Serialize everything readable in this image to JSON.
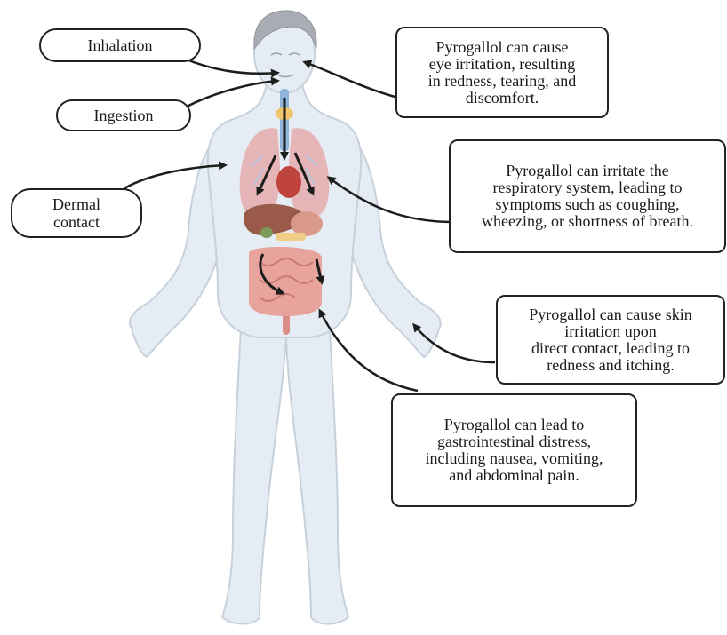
{
  "routes": {
    "inhalation": "Inhalation",
    "ingestion": "Ingestion",
    "dermal": "Dermal\ncontact"
  },
  "effects": {
    "eye": "Pyrogallol can cause\neye irritation, resulting\nin redness, tearing, and\ndiscomfort.",
    "respiratory": "Pyrogallol can irritate the\nrespiratory system, leading to\nsymptoms such as coughing,\nwheezing, or shortness of breath.",
    "skin": "Pyrogallol can cause skin\nirritation upon\ndirect contact, leading to\nredness and itching.",
    "gastrointestinal": "Pyrogallol can lead to\ngastrointestinal distress,\nincluding nausea, vomiting,\nand abdominal pain."
  },
  "colors": {
    "body": "#e6ecf3",
    "body_outline": "#c7d1dc",
    "hair": "#a9adb3",
    "lungs": "#e6b5b8",
    "arrow": "#1d1d1d",
    "box_border": "#222222"
  },
  "icons": [
    "human-body-figure",
    "lungs",
    "heart",
    "liver",
    "stomach",
    "intestines",
    "thyroid",
    "trachea"
  ]
}
